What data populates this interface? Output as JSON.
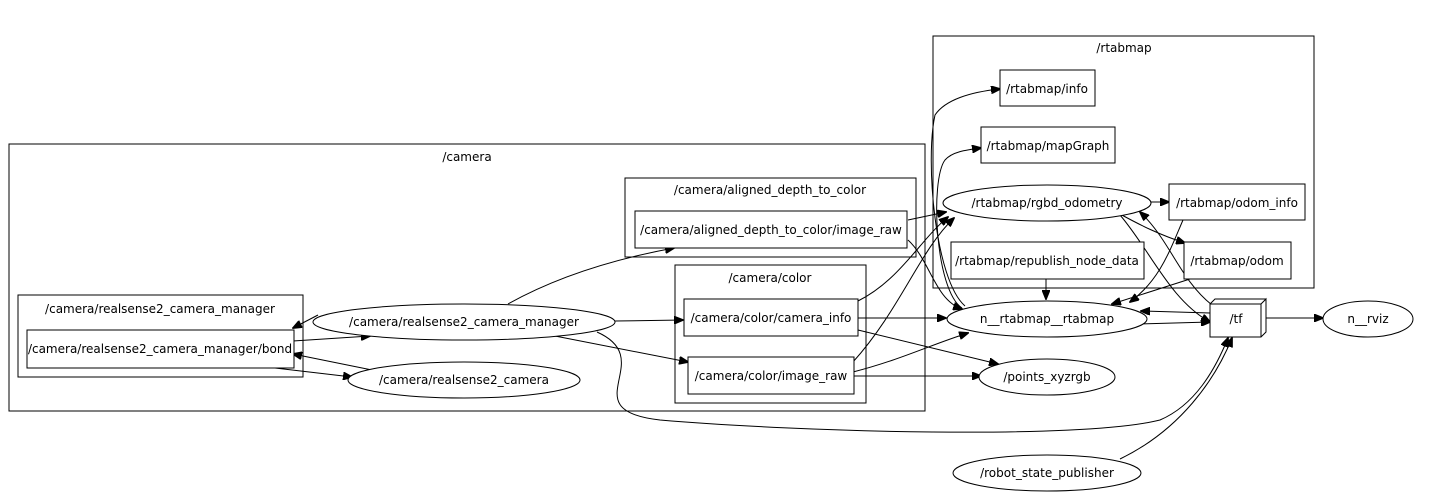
{
  "clusters": [
    {
      "id": "rtabmap",
      "label": "/rtabmap"
    },
    {
      "id": "camera",
      "label": "/camera"
    },
    {
      "id": "aligned",
      "label": "/camera/aligned_depth_to_color"
    },
    {
      "id": "color",
      "label": "/camera/color"
    },
    {
      "id": "manager",
      "label": "/camera/realsense2_camera_manager"
    }
  ],
  "nodes": [
    {
      "id": "rt_info",
      "label": "/rtabmap/info",
      "shape": "box"
    },
    {
      "id": "rt_mapgraph",
      "label": "/rtabmap/mapGraph",
      "shape": "box"
    },
    {
      "id": "rt_rgbd",
      "label": "/rtabmap/rgbd_odometry",
      "shape": "ellipse"
    },
    {
      "id": "rt_odom_info",
      "label": "/rtabmap/odom_info",
      "shape": "box"
    },
    {
      "id": "rt_republish",
      "label": "/rtabmap/republish_node_data",
      "shape": "box"
    },
    {
      "id": "rt_odom",
      "label": "/rtabmap/odom",
      "shape": "box"
    },
    {
      "id": "aligned_raw",
      "label": "/camera/aligned_depth_to_color/image_raw",
      "shape": "box"
    },
    {
      "id": "color_info",
      "label": "/camera/color/camera_info",
      "shape": "box"
    },
    {
      "id": "color_raw",
      "label": "/camera/color/image_raw",
      "shape": "box"
    },
    {
      "id": "bond",
      "label": "/camera/realsense2_camera_manager/bond",
      "shape": "box"
    },
    {
      "id": "mgr_node",
      "label": "/camera/realsense2_camera_manager",
      "shape": "ellipse"
    },
    {
      "id": "cam_node",
      "label": "/camera/realsense2_camera",
      "shape": "ellipse"
    },
    {
      "id": "rtabmap_node",
      "label": "n__rtabmap__rtabmap",
      "shape": "ellipse"
    },
    {
      "id": "points",
      "label": "/points_xyzrgb",
      "shape": "ellipse"
    },
    {
      "id": "tf",
      "label": "/tf",
      "shape": "box3d"
    },
    {
      "id": "rviz",
      "label": "n__rviz",
      "shape": "ellipse"
    },
    {
      "id": "rsp",
      "label": "/robot_state_publisher",
      "shape": "ellipse"
    }
  ],
  "edges": [
    {
      "from": "mgr_node",
      "to": "aligned_raw"
    },
    {
      "from": "mgr_node",
      "to": "color_info"
    },
    {
      "from": "mgr_node",
      "to": "color_raw"
    },
    {
      "from": "mgr_node",
      "to": "bond"
    },
    {
      "from": "mgr_node",
      "to": "tf"
    },
    {
      "from": "bond",
      "to": "mgr_node"
    },
    {
      "from": "bond",
      "to": "cam_node"
    },
    {
      "from": "cam_node",
      "to": "bond"
    },
    {
      "from": "aligned_raw",
      "to": "rt_rgbd"
    },
    {
      "from": "aligned_raw",
      "to": "rtabmap_node"
    },
    {
      "from": "color_info",
      "to": "rt_rgbd"
    },
    {
      "from": "color_info",
      "to": "rtabmap_node"
    },
    {
      "from": "color_info",
      "to": "points"
    },
    {
      "from": "color_raw",
      "to": "rt_rgbd"
    },
    {
      "from": "color_raw",
      "to": "rtabmap_node"
    },
    {
      "from": "color_raw",
      "to": "points"
    },
    {
      "from": "rt_rgbd",
      "to": "rt_odom_info"
    },
    {
      "from": "rt_rgbd",
      "to": "rt_odom"
    },
    {
      "from": "rt_rgbd",
      "to": "tf"
    },
    {
      "from": "rt_odom",
      "to": "rtabmap_node"
    },
    {
      "from": "rt_odom_info",
      "to": "rtabmap_node"
    },
    {
      "from": "rt_republish",
      "to": "rtabmap_node"
    },
    {
      "from": "rtabmap_node",
      "to": "rt_info"
    },
    {
      "from": "rtabmap_node",
      "to": "rt_mapgraph"
    },
    {
      "from": "rtabmap_node",
      "to": "tf"
    },
    {
      "from": "tf",
      "to": "rtabmap_node"
    },
    {
      "from": "tf",
      "to": "rt_rgbd"
    },
    {
      "from": "tf",
      "to": "rviz"
    },
    {
      "from": "rsp",
      "to": "tf"
    }
  ]
}
